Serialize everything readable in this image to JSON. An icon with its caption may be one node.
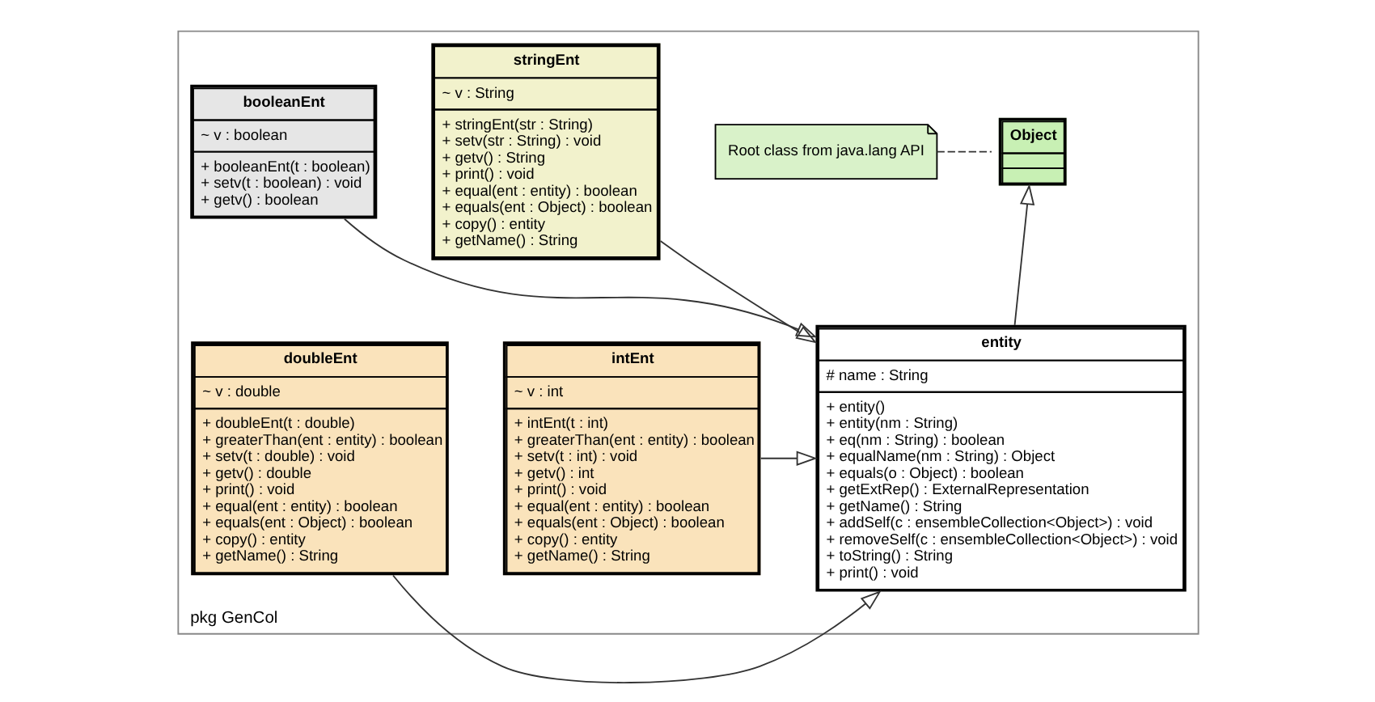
{
  "diagram": {
    "nodes": [
      {
        "text": [
          "pkg GenCol"
        ]
      },
      {
        "text": [
          "Root class from java.lang API"
        ],
        "in": 0
      },
      {
        "text": [
          "Object"
        ],
        "in": 0
      },
      {
        "text": [
          "booleanEnt",
          "~ v : boolean",
          "+ booleanEnt(t : boolean)",
          "+ setv(t : boolean) : void",
          "+ getv() : boolean"
        ],
        "in": 0
      },
      {
        "text": [
          "stringEnt",
          "~ v : String",
          "+ stringEnt(str : String)",
          "+ setv(str : String) : void",
          "+ getv() : String",
          "+ print() : void",
          "+ equal(ent : entity) : boolean",
          "+ equals(ent : Object) : boolean",
          "+ copy() : entity",
          "+ getName() : String"
        ],
        "in": 0
      },
      {
        "text": [
          "intEnt",
          "~ v : int",
          "+ intEnt(t : int)",
          "+ greaterThan(ent : entity) : boolean",
          "+ setv(t : int) : void",
          "+ getv() : int",
          "+ print() : void",
          "+ equal(ent : entity) : boolean",
          "+ equals(ent : Object) : boolean",
          "+ copy() : entity",
          "+ getName() : String"
        ],
        "in": 0
      },
      {
        "text": [
          "entity",
          "# name : String",
          "+ entity()",
          "+ entity(nm : String)",
          "+ eq(nm : String) : boolean",
          "+ equalName(nm : String) : Object",
          "+ equals(o : Object) : boolean",
          "+ getExtRep() : ExternalRepresentation",
          "+ getName() : String",
          "+ addSelf(c : ensembleCollection<Object>) : void",
          "+ removeSelf(c : ensembleCollection<Object>) : void",
          "+ toString() : String",
          "+ print() : void"
        ],
        "in": 0
      },
      {
        "text": [
          "doubleEnt",
          "~ v : double",
          "+ doubleEnt(t : double)",
          "+ greaterThan(ent : entity) : boolean",
          "+ setv(t : double) : void",
          "+ getv() : double",
          "+ print() : void",
          "+ equal(ent : entity) : boolean",
          "+ equals(ent : Object) : boolean",
          "+ copy() : entity",
          "+ getName() : String"
        ],
        "in": 0
      }
    ],
    "edges": [
      {
        "from": 1,
        "to": 2,
        "arrow": "none",
        "style": "dashed"
      },
      {
        "from": 3,
        "to": 6,
        "arrow": "to"
      },
      {
        "from": 4,
        "to": 6,
        "arrow": "to"
      },
      {
        "from": 5,
        "to": 6,
        "arrow": "to"
      },
      {
        "from": 7,
        "to": 6,
        "arrow": "to"
      },
      {
        "from": 6,
        "to": 2,
        "arrow": "to"
      }
    ]
  }
}
